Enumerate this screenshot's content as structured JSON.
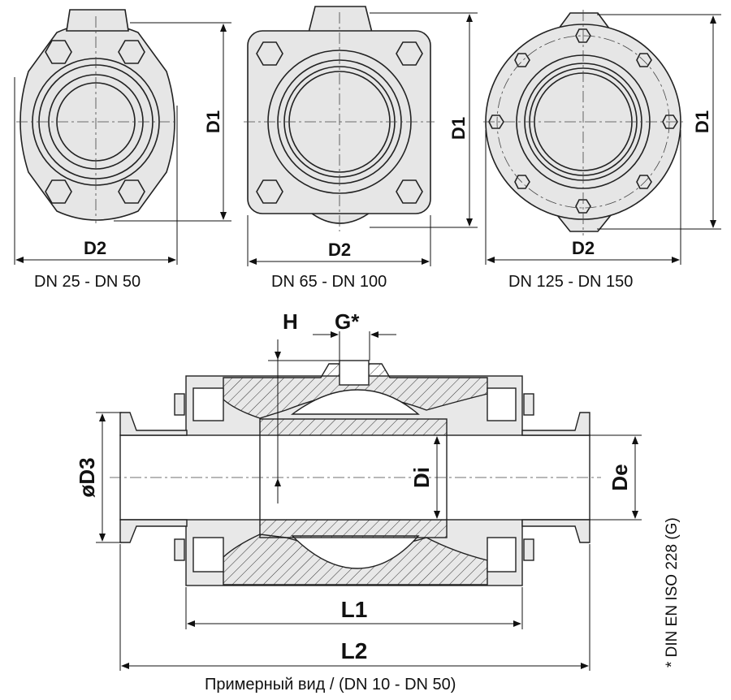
{
  "views": [
    {
      "caption": "DN 25 - DN 50",
      "d1_label": "D1",
      "d2_label": "D2"
    },
    {
      "caption": "DN 65 - DN 100",
      "d1_label": "D1",
      "d2_label": "D2"
    },
    {
      "caption": "DN 125 - DN 150",
      "d1_label": "D1",
      "d2_label": "D2"
    }
  ],
  "section": {
    "h_label": "H",
    "g_label": "G*",
    "d3_label": "øD3",
    "di_label": "Di",
    "de_label": "De",
    "l1_label": "L1",
    "l2_label": "L2",
    "caption": "Примерный вид / (DN 10 - DN 50)",
    "footnote": "* DIN EN ISO 228 (G)"
  }
}
